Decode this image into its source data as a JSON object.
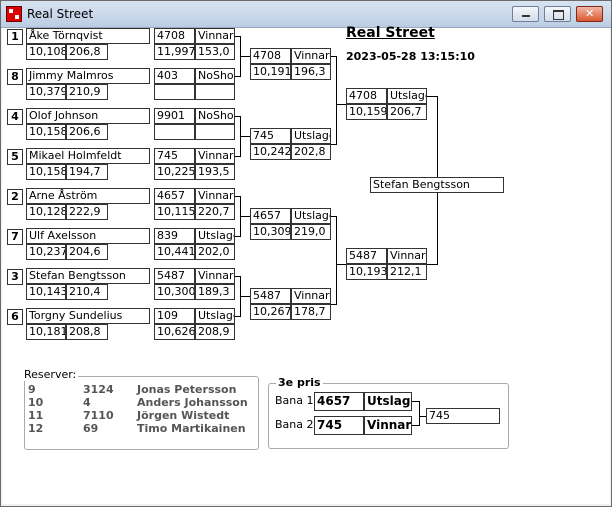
{
  "window": {
    "title": "Real Street"
  },
  "heading": "Real Street",
  "datetime": "2023-05-28 13:15:10",
  "round1": [
    {
      "seed": "1",
      "name": "Åke Törnqvist",
      "time": "10,108",
      "speed": "206,8",
      "r_id": "4708",
      "r_status": "Vinnare",
      "r_time": "11,997",
      "r_speed": "153,0"
    },
    {
      "seed": "8",
      "name": "Jimmy Malmros",
      "time": "10,379",
      "speed": "210,9",
      "r_id": "403",
      "r_status": "NoShow",
      "r_time": "",
      "r_speed": ""
    },
    {
      "seed": "4",
      "name": "Olof Johnson",
      "time": "10,158",
      "speed": "206,6",
      "r_id": "9901",
      "r_status": "NoShow",
      "r_time": "",
      "r_speed": ""
    },
    {
      "seed": "5",
      "name": "Mikael Holmfeldt",
      "time": "10,158",
      "speed": "194,7",
      "r_id": "745",
      "r_status": "Vinnare",
      "r_time": "10,225",
      "r_speed": "193,5"
    },
    {
      "seed": "2",
      "name": "Arne Åström",
      "time": "10,128",
      "speed": "222,9",
      "r_id": "4657",
      "r_status": "Vinnare",
      "r_time": "10,115",
      "r_speed": "220,7"
    },
    {
      "seed": "7",
      "name": "Ulf Axelsson",
      "time": "10,237",
      "speed": "204,6",
      "r_id": "839",
      "r_status": "Utslagen",
      "r_time": "10,441",
      "r_speed": "202,0"
    },
    {
      "seed": "3",
      "name": "Stefan Bengtsson",
      "time": "10,143",
      "speed": "210,4",
      "r_id": "5487",
      "r_status": "Vinnare",
      "r_time": "10,300",
      "r_speed": "189,3"
    },
    {
      "seed": "6",
      "name": "Torgny Sundelius",
      "time": "10,181",
      "speed": "208,8",
      "r_id": "109",
      "r_status": "Utslagen",
      "r_time": "10,626",
      "r_speed": "208,9"
    }
  ],
  "round2": [
    {
      "id": "4708",
      "status": "Vinnare",
      "time": "10,191",
      "speed": "196,3"
    },
    {
      "id": "745",
      "status": "Utslagen",
      "time": "10,242",
      "speed": "202,8"
    },
    {
      "id": "4657",
      "status": "Utslagen",
      "time": "10,309",
      "speed": "219,0"
    },
    {
      "id": "5487",
      "status": "Vinnare",
      "time": "10,267",
      "speed": "178,7"
    }
  ],
  "semis": [
    {
      "id": "4708",
      "status": "Utslagen",
      "time": "10,159",
      "speed": "206,7"
    },
    {
      "id": "5487",
      "status": "Vinnare",
      "time": "10,193",
      "speed": "212,1"
    }
  ],
  "winner": "Stefan Bengtsson",
  "reserves": {
    "label": "Reserver:",
    "rows": [
      {
        "num": "9",
        "id": "3124",
        "name": "Jonas Petersson"
      },
      {
        "num": "10",
        "id": "4",
        "name": "Anders Johansson"
      },
      {
        "num": "11",
        "id": "7110",
        "name": "Jörgen  Wistedt"
      },
      {
        "num": "12",
        "id": "69",
        "name": "Timo Martikainen"
      }
    ]
  },
  "third_place": {
    "label": "3e pris",
    "lane1_label": "Bana 1",
    "lane1_id": "4657",
    "lane1_status": "Utslagen",
    "lane2_label": "Bana 2",
    "lane2_id": "745",
    "lane2_status": "Vinnare",
    "result": "745"
  }
}
